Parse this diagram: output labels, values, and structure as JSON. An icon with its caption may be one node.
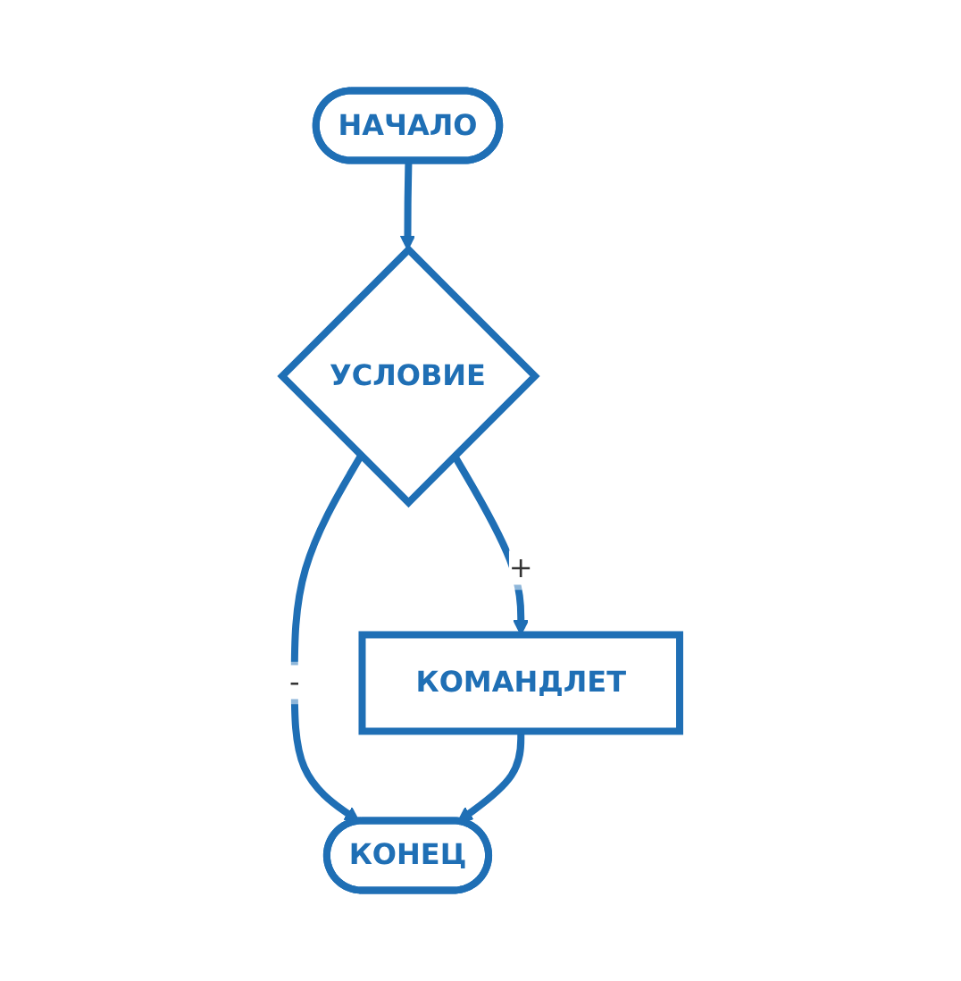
{
  "diagram": {
    "nodes": [
      {
        "text": [
          "НАЧАЛО"
        ]
      },
      {
        "text": [
          "УСЛОВИЕ"
        ]
      },
      {
        "text": [
          "КОМАНДЛЕТ"
        ]
      },
      {
        "text": [
          "КОНЕЦ"
        ]
      }
    ],
    "edges": [
      {
        "from": 0,
        "to": 1,
        "arrow": "to"
      },
      {
        "from": 1,
        "to": 2,
        "label": "+",
        "arrow": "to"
      },
      {
        "from": 1,
        "to": 3,
        "label": "-",
        "arrow": "to"
      },
      {
        "from": 2,
        "to": 3,
        "arrow": "to"
      }
    ]
  }
}
